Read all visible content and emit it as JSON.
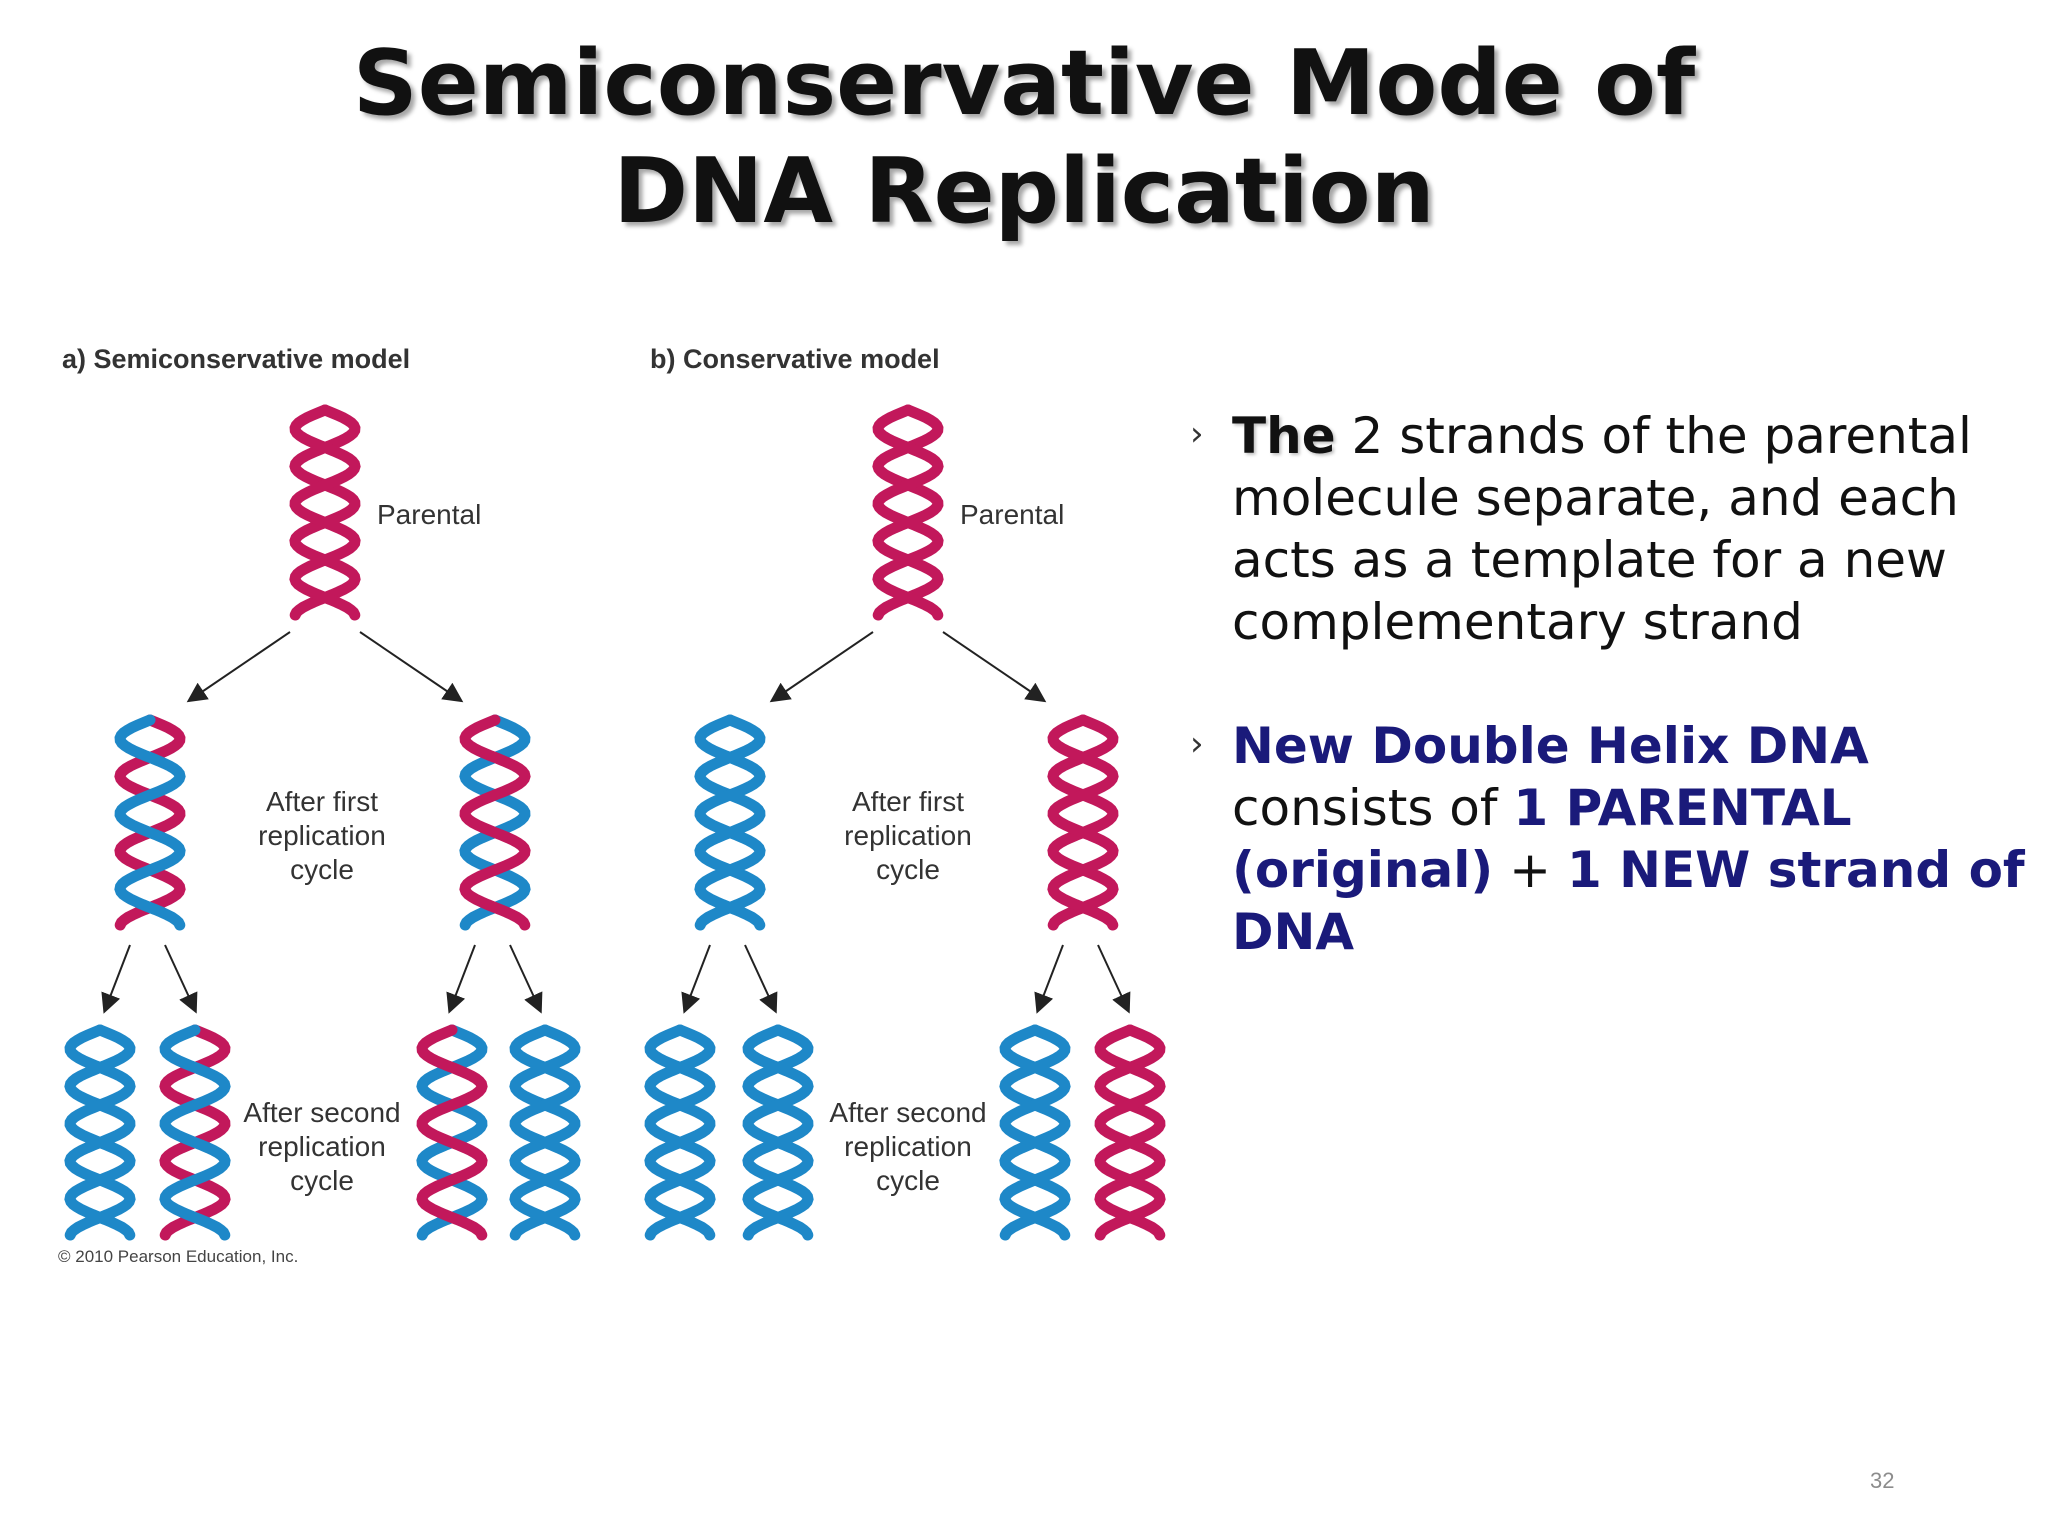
{
  "title": {
    "line1": "Semiconservative Mode of",
    "line2": "DNA Replication"
  },
  "figure": {
    "panel_a": {
      "label": "a) Semiconservative model",
      "parental": "Parental",
      "first_cycle": [
        "After first",
        "replication",
        "cycle"
      ],
      "second_cycle": [
        "After second",
        "replication",
        "cycle"
      ]
    },
    "panel_b": {
      "label": "b) Conservative model",
      "parental": "Parental",
      "first_cycle": [
        "After first",
        "replication",
        "cycle"
      ],
      "second_cycle": [
        "After second",
        "replication",
        "cycle"
      ]
    },
    "copyright": "© 2010 Pearson Education, Inc.",
    "colors": {
      "parental_strand": "#c2185b",
      "new_strand": "#1e88c8",
      "arrow": "#222222",
      "label": "#333333"
    }
  },
  "bullets": {
    "b1": {
      "part1": "The",
      "part2": " 2  strands of the parental molecule separate, and each acts as a template for a new complementary strand"
    },
    "b2": {
      "part1": "New Double Helix DNA",
      "part2": " consists of ",
      "part3": "1 PARENTAL (original)",
      "part4": " + ",
      "part5": "1 NEW strand of DNA"
    }
  },
  "page_number": "32"
}
